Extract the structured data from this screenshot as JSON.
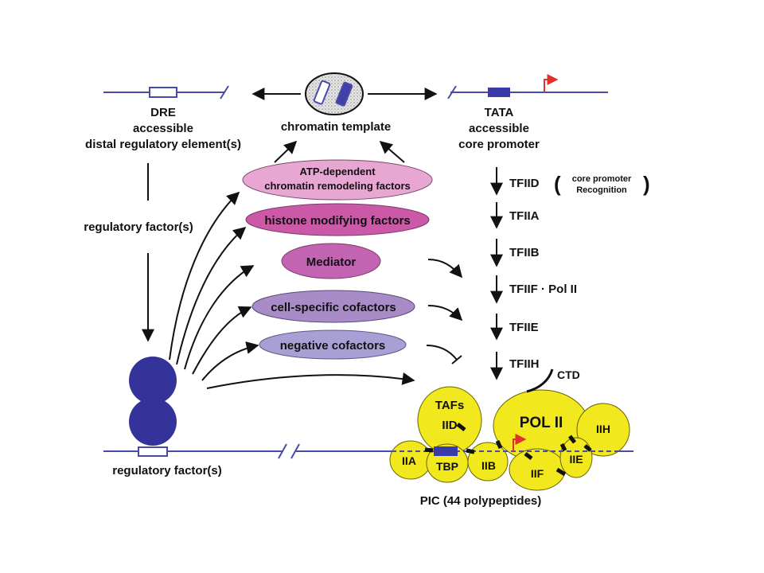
{
  "left_element": {
    "line1": "DRE",
    "line2": "accessible",
    "line3": "distal regulatory element(s)"
  },
  "chromatin": {
    "label": "chromatin template"
  },
  "right_element": {
    "line1": "TATA",
    "line2": "accessible",
    "line3": "core promoter"
  },
  "factors": {
    "atp_line1": "ATP-dependent",
    "atp_line2": "chromatin remodeling factors",
    "histone": "histone modifying factors",
    "mediator": "Mediator",
    "cell_specific": "cell-specific cofactors",
    "negative": "negative cofactors"
  },
  "regulatory": {
    "side_label": "regulatory factor(s)",
    "bottom_label": "regulatory factor(s)"
  },
  "assembly_steps": [
    {
      "label": "TFIID"
    },
    {
      "label": "TFIIA"
    },
    {
      "label": "TFIIB"
    },
    {
      "label": "TFIIF · Pol II"
    },
    {
      "label": "TFIIE"
    },
    {
      "label": "TFIIH"
    }
  ],
  "tfiid_note": {
    "line1": "core promoter",
    "line2": "Recognition"
  },
  "pic": {
    "taf_label": "TAFs",
    "iid": "IID",
    "pol2": "POL II",
    "iih": "IIH",
    "iia": "IIA",
    "tbp": "TBP",
    "iib": "IIB",
    "iif": "IIF",
    "iie": "IIE",
    "ctd": "CTD",
    "caption": "PIC (44 polypeptides)"
  },
  "colors": {
    "dna_line": "#4a4aa8",
    "tata_box": "#3a3aa8",
    "start_arrow": "#e03030",
    "atp_fill": "#e8a6d2",
    "histone_fill": "#cc58a8",
    "mediator_fill": "#c264b2",
    "cell_specific_fill": "#a88cc8",
    "negative_fill": "#a8a0d4",
    "regulator_fill": "#333399",
    "pic_fill": "#f2e81e"
  }
}
